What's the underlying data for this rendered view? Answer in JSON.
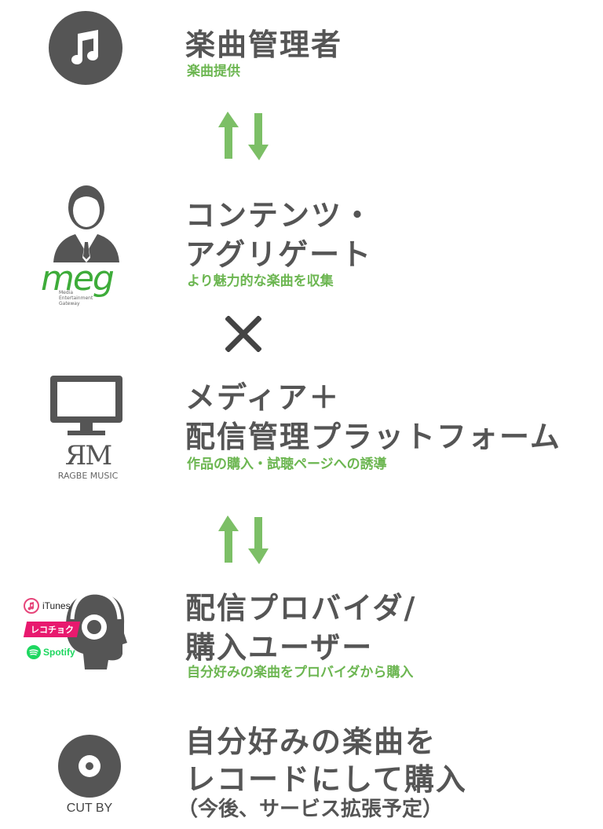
{
  "colors": {
    "icon_gray": "#555555",
    "accent_green": "#6cb651",
    "arrow_green": "#7cbf66",
    "cross": "#444444"
  },
  "steps": [
    {
      "icon": "music-note-icon",
      "title_lines": [
        "楽曲管理者"
      ],
      "subtitle": "楽曲提供"
    },
    {
      "icon": "person-icon",
      "brand": "meg",
      "brand_caption": [
        "Media",
        "Entertainment",
        "Gateway"
      ],
      "title_lines": [
        "コンテンツ・",
        "アグリゲート"
      ],
      "subtitle": "より魅力的な楽曲を収集"
    },
    {
      "icon": "monitor-icon",
      "brand": "ЯM",
      "brand_caption": "RAGBE MUSIC",
      "title_lines": [
        "メディア＋",
        "配信管理プラットフォーム"
      ],
      "subtitle": "作品の購入・試聴ページへの誘導"
    },
    {
      "icon": "headphones-head-icon",
      "brand_list": [
        "iTunes",
        "レコチョク",
        "Spotify"
      ],
      "title_lines": [
        "配信プロバイダ/",
        "購入ユーザー"
      ],
      "subtitle": "自分好みの楽曲をプロバイダから購入"
    },
    {
      "icon": "record-disc-icon",
      "brand_caption": "CUT BY",
      "title_lines": [
        "自分好みの楽曲を",
        "レコードにして購入",
        "（今後、サービス拡張予定）"
      ]
    }
  ]
}
